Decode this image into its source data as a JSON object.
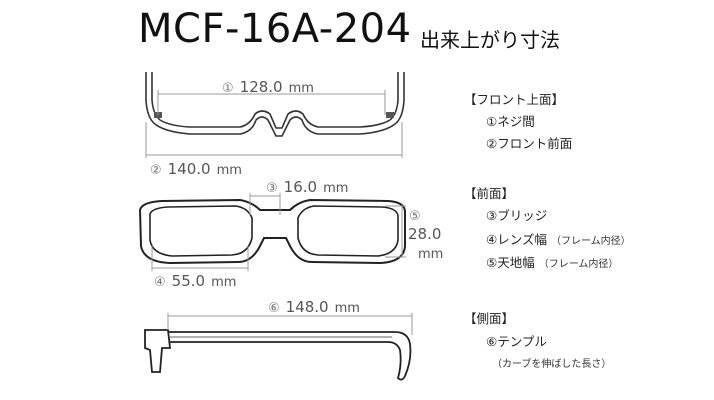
{
  "title": {
    "model": "MCF-16A-204",
    "subtitle": "出来上がり寸法"
  },
  "dimensions": {
    "d1": {
      "marker": "①",
      "value": "128.0",
      "unit": "mm"
    },
    "d2": {
      "marker": "②",
      "value": "140.0",
      "unit": "mm"
    },
    "d3": {
      "marker": "③",
      "value": "16.0",
      "unit": "mm"
    },
    "d4": {
      "marker": "④",
      "value": "55.0",
      "unit": "mm"
    },
    "d5": {
      "marker": "⑤",
      "value": "28.0",
      "unit": "mm"
    },
    "d6": {
      "marker": "⑥",
      "value": "148.0",
      "unit": "mm"
    }
  },
  "legend": {
    "front_top": {
      "heading": "【フロント上面】",
      "items": [
        "①ネジ間",
        "②フロント前面"
      ]
    },
    "front": {
      "heading": "【前面】",
      "items": [
        "③ブリッジ",
        "④レンズ幅",
        "⑤天地幅"
      ],
      "notes": [
        "（フレーム内径）",
        "（フレーム内径）"
      ]
    },
    "side": {
      "heading": "【側面】",
      "items": [
        "⑥テンプル"
      ],
      "note": "（カーブを伸ばした長さ）"
    }
  }
}
